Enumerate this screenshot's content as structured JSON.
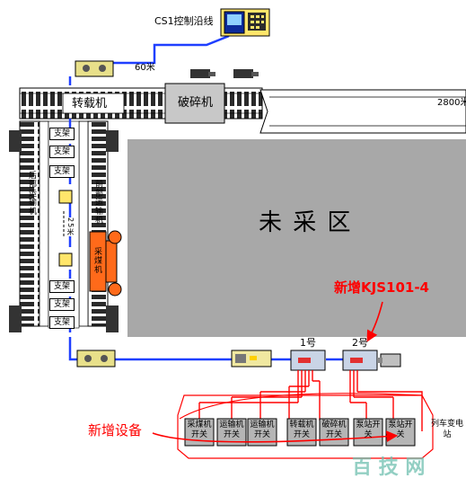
{
  "cs1_label": "CS1控制沿线",
  "distance_60": "60米",
  "distance_25": "25米",
  "distance_2800": "2800米",
  "transfer_machine": "转载机",
  "crusher": "破碎机",
  "unmined_area": "未 采 区",
  "rear_conveyor": "后部运输机",
  "front_conveyor": "前部运输机",
  "shearer": "采煤机",
  "support_label": "支架",
  "new_device_model": "新增KJS101-4",
  "new_equipment": "新增设备",
  "switch_1_label": "1号",
  "switch_2_label": "2号",
  "train_substation": "列车变电站",
  "switches": [
    "采煤机开关",
    "运输机开关",
    "运输机开关",
    "转载机开关",
    "破碎机开关",
    "泵站开关",
    "泵站开关"
  ],
  "watermark": "百 技 网",
  "colors": {
    "cable": "#1f3fff",
    "highlight": "#ff0000",
    "shearer": "#ff6a1a",
    "area": "#a8a8a8"
  }
}
